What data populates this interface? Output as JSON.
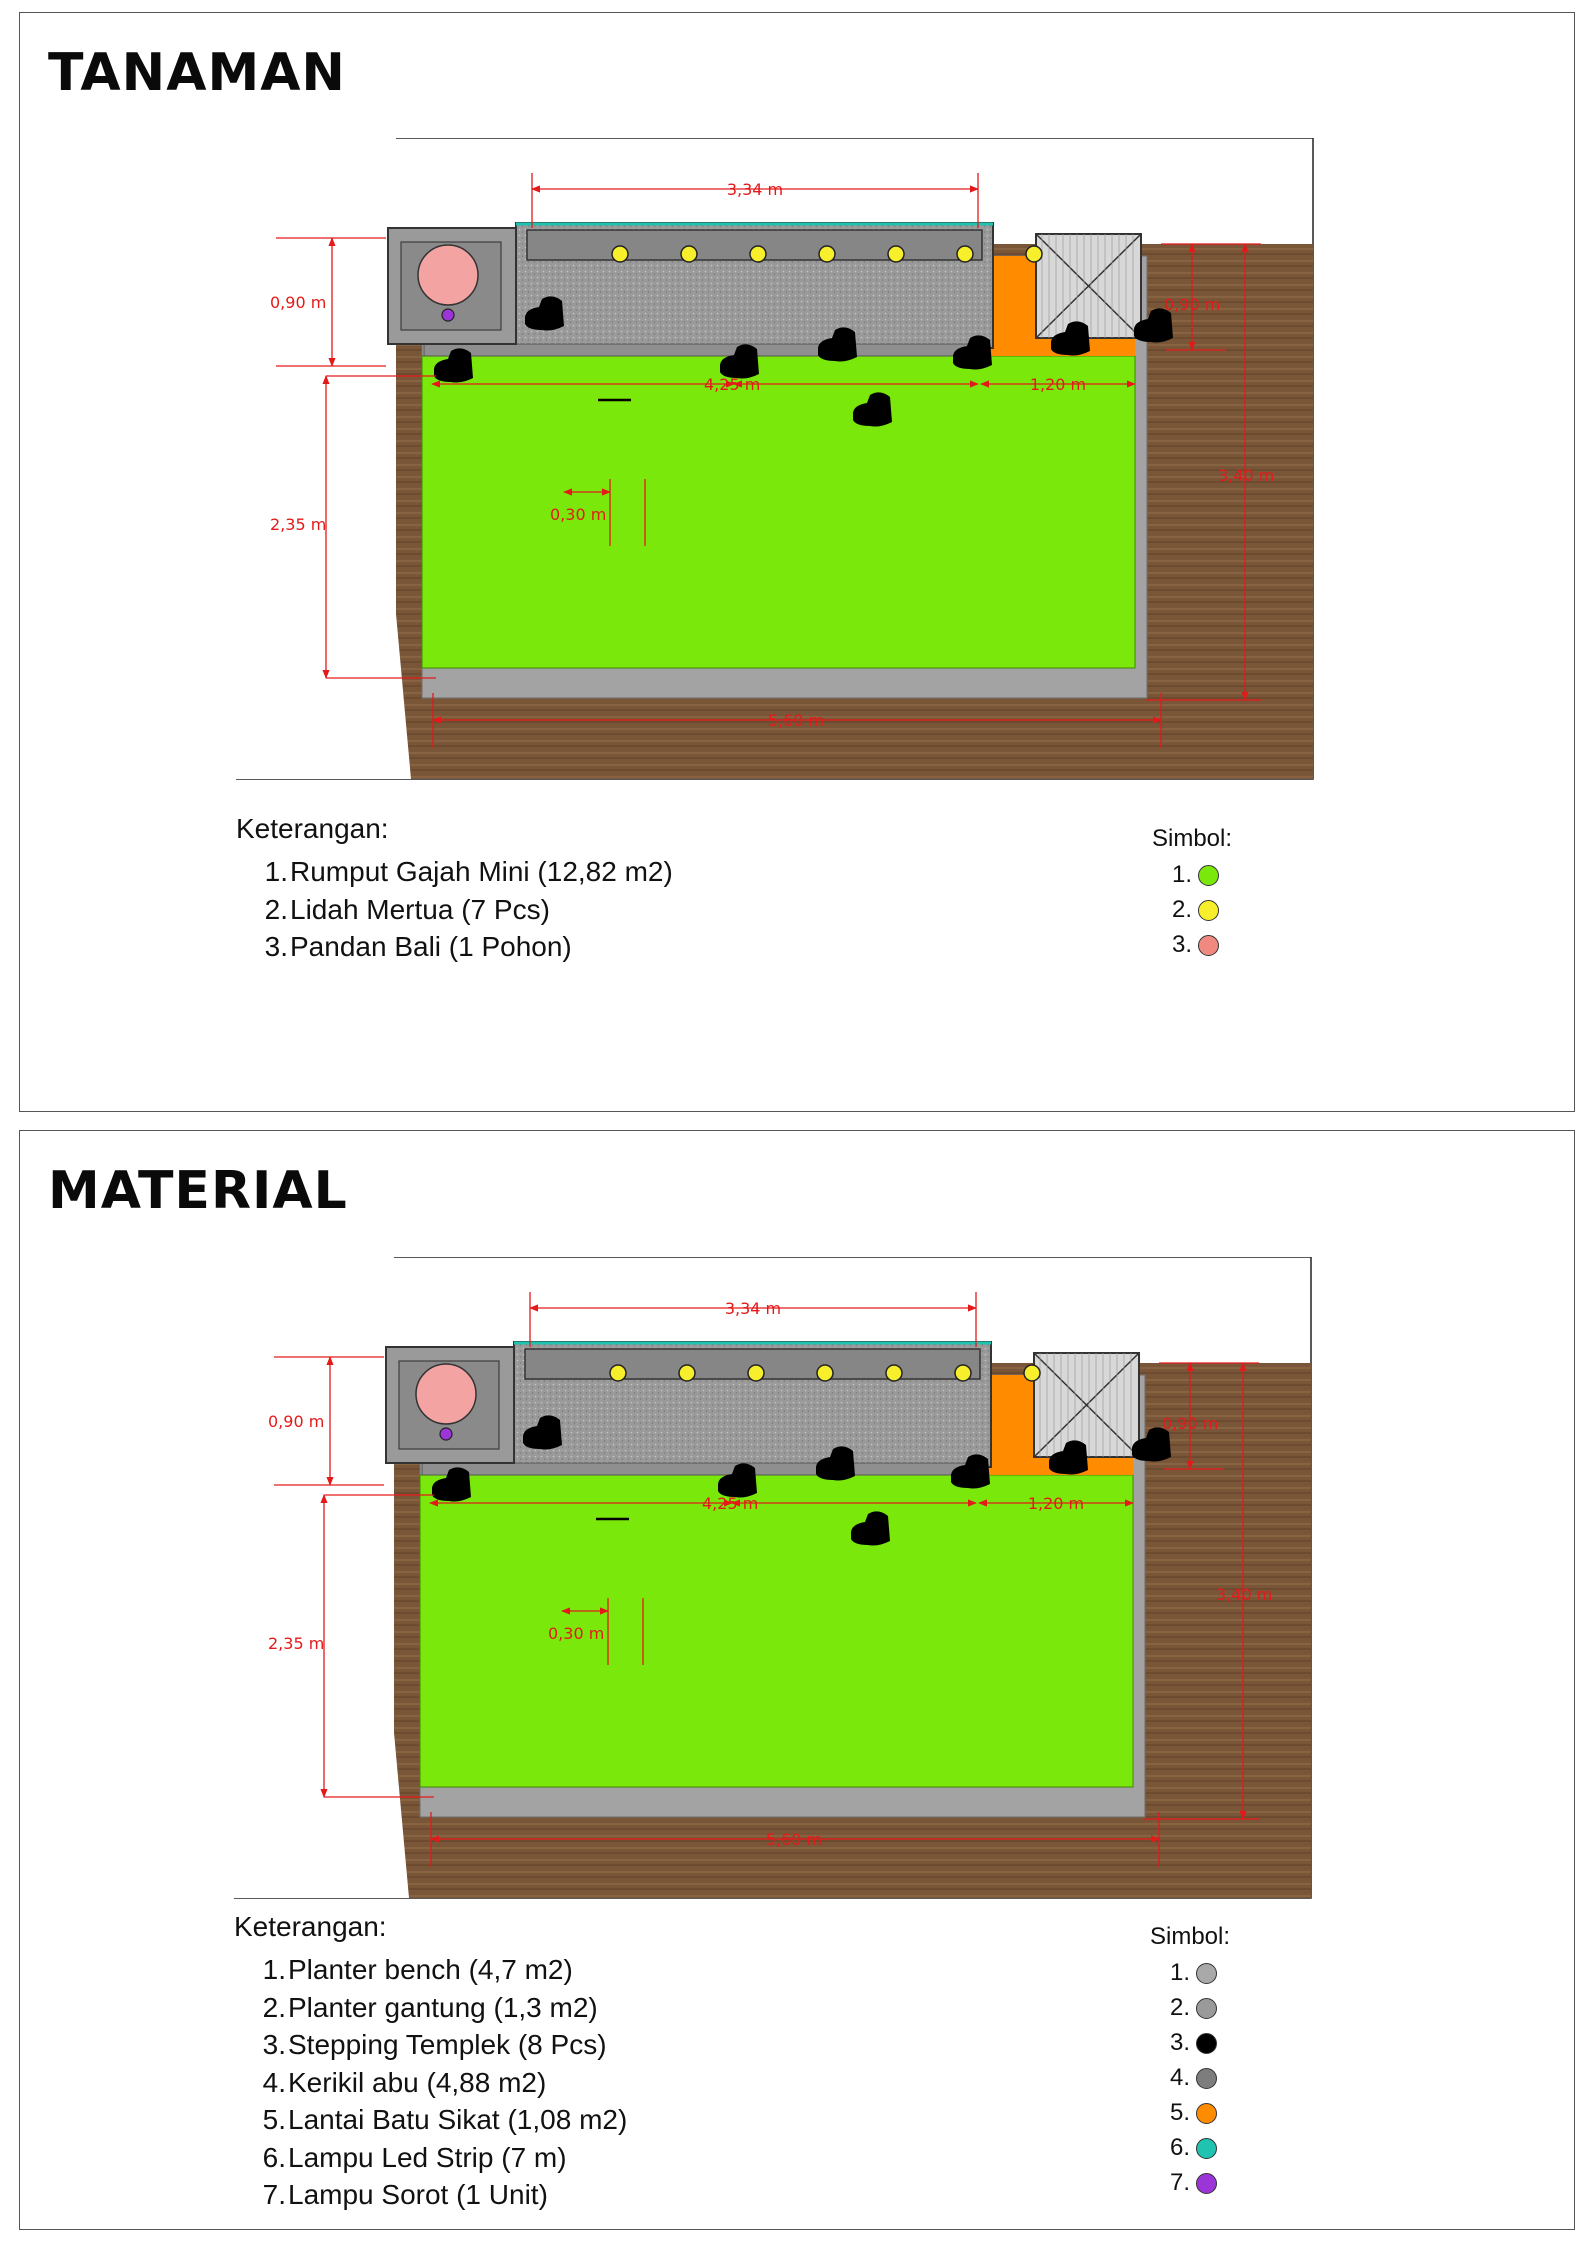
{
  "sections": [
    {
      "title": "TANAMAN",
      "legend_heading": "Keterangan:",
      "items": [
        {
          "n": "1.",
          "label": "Rumput Gajah Mini (12,82 m2)"
        },
        {
          "n": "2.",
          "label": "Lidah Mertua (7 Pcs)"
        },
        {
          "n": "3.",
          "label": "Pandan Bali (1 Pohon)"
        }
      ],
      "symbol_heading": "Simbol:",
      "symbols": [
        {
          "n": "1.",
          "color": "#7be80c"
        },
        {
          "n": "2.",
          "color": "#f7ee2c"
        },
        {
          "n": "3.",
          "color": "#f08a80"
        }
      ]
    },
    {
      "title": "MATERIAL",
      "legend_heading": "Keterangan:",
      "items": [
        {
          "n": "1.",
          "label": "Planter bench (4,7 m2)"
        },
        {
          "n": "2.",
          "label": "Planter gantung (1,3 m2)"
        },
        {
          "n": "3.",
          "label": "Stepping Templek (8 Pcs)"
        },
        {
          "n": "4.",
          "label": "Kerikil abu (4,88 m2)"
        },
        {
          "n": "5.",
          "label": "Lantai Batu Sikat (1,08 m2)"
        },
        {
          "n": "6.",
          "label": "Lampu Led Strip (7 m)"
        },
        {
          "n": "7.",
          "label": "Lampu Sorot (1 Unit)"
        }
      ],
      "symbol_heading": "Simbol:",
      "symbols": [
        {
          "n": "1.",
          "color": "#a9a9a9"
        },
        {
          "n": "2.",
          "color": "#9a9a9a"
        },
        {
          "n": "3.",
          "color": "#000000"
        },
        {
          "n": "4.",
          "color": "#7d7d7d"
        },
        {
          "n": "5.",
          "color": "#ff8c00"
        },
        {
          "n": "6.",
          "color": "#20c2b0"
        },
        {
          "n": "7.",
          "color": "#9b35d8"
        }
      ]
    }
  ],
  "dimensions": {
    "top_width": "3,34 m",
    "left_top": "0,90 m",
    "right_top": "0,90 m",
    "lawn_width": "4,25 m",
    "gravel_width": "1,20 m",
    "left_height": "2,35 m",
    "total_height": "3,40 m",
    "spacing": "0,30 m",
    "total_width": "5,60 m"
  },
  "colors": {
    "grass": "#7be80c",
    "led": "#f7ee2c",
    "pandan": "#f4a3a3",
    "spot": "#9b35d8",
    "stepping": "#000000",
    "gravel": "#ff8c00",
    "wood": "#7a5638",
    "dimension": "#e41a1a"
  }
}
